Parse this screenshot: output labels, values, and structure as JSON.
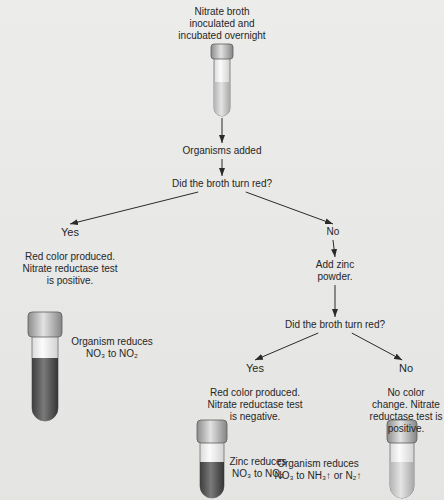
{
  "diagram": {
    "nodes": [
      {
        "text": [
          "Nitrate broth inoculated and incubated overnight"
        ]
      },
      {
        "text": [
          "Organisms added"
        ]
      },
      {
        "text": [
          "Did the broth turn red?"
        ]
      },
      {
        "text": [
          "Yes",
          "Red color produced. Nitrate reductase test is positive."
        ]
      },
      {
        "text": [
          "No"
        ]
      },
      {
        "text": [
          "Add zinc powder."
        ]
      },
      {
        "text": [
          "Did the broth turn red?"
        ]
      },
      {
        "text": [
          "Yes",
          "Red color produced. Nitrate reductase test is negative."
        ]
      },
      {
        "text": [
          "No",
          "No color change. Nitrate reductase test is positive."
        ]
      }
    ],
    "edges": [
      {
        "from": 0,
        "to": 1,
        "arrow": "to"
      },
      {
        "from": 1,
        "to": 2,
        "arrow": "to"
      },
      {
        "from": 2,
        "to": 3,
        "arrow": "to"
      },
      {
        "from": 2,
        "to": 4,
        "arrow": "to"
      },
      {
        "from": 4,
        "to": 5,
        "arrow": "to"
      },
      {
        "from": 5,
        "to": 6,
        "arrow": "to"
      },
      {
        "from": 6,
        "to": 7,
        "arrow": "to"
      },
      {
        "from": 6,
        "to": 8,
        "arrow": "to"
      }
    ],
    "labels": [
      "Organism reduces NO₃ to NO₂",
      "Zinc reduces NO₃ to NO₂",
      "Organism reduces NO₃ to NH₃↑ or N₂↑"
    ]
  }
}
